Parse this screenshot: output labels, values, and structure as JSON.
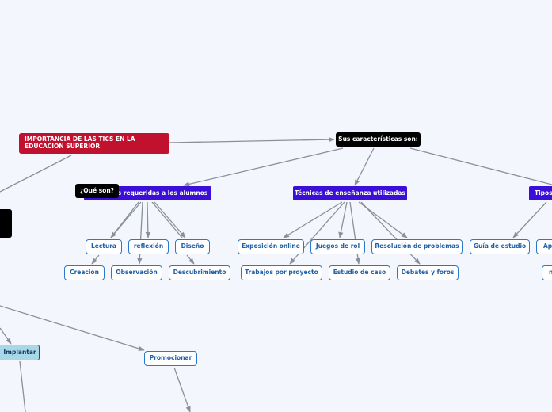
{
  "nodes": {
    "root": "IMPORTANCIA DE LAS TICS EN LA EDUCACION SUPERIOR",
    "caracteristicas": "Sus características son:",
    "que_son": "¿Qué son?",
    "habilidades": "s requeridas a los alumnos",
    "tecnicas": "Técnicas de enseñanza utilizadas",
    "tipos": "Tipos",
    "left_cut": "",
    "lectura": "Lectura",
    "reflexion": "reflexión",
    "diseno": "Diseño",
    "creacion": "Creación",
    "observacion": "Observación",
    "descubrimiento": "Descubrimiento",
    "exposicion": "Exposición online",
    "juegos": "Juegos de rol",
    "resolucion": "Resolución de problemas",
    "trabajos": "Trabajos por proyecto",
    "estudio": "Estudio de caso",
    "debates": "Debates y foros",
    "guia": "Guía de estudio",
    "ap_cut": "Ap",
    "n_cut": "n",
    "implantar": "Implantar",
    "promocionar": "Promocionar"
  },
  "colors": {
    "root": "#c0122f",
    "dark": "#000000",
    "category": "#3c0fd8",
    "leaf_border": "#2a78c8",
    "leaf_text": "#1d5ea8",
    "teal": "#a8d8e8",
    "edge": "#8a8f99",
    "background": "#f4f6fe"
  }
}
